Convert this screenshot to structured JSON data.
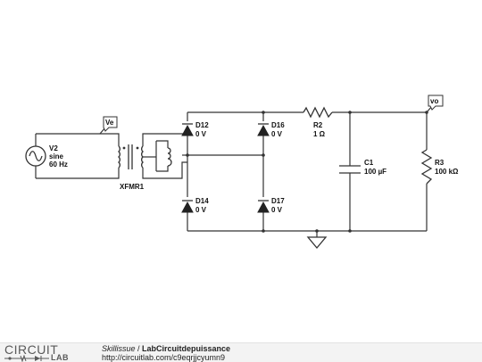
{
  "circuit": {
    "source": {
      "name": "V2",
      "type": "sine",
      "freq": "60 Hz"
    },
    "transformer": {
      "name": "XFMR1"
    },
    "diodes": [
      {
        "name": "D12",
        "value": "0 V"
      },
      {
        "name": "D16",
        "value": "0 V"
      },
      {
        "name": "D14",
        "value": "0 V"
      },
      {
        "name": "D17",
        "value": "0 V"
      }
    ],
    "resistor_series": {
      "name": "R2",
      "value": "1 Ω"
    },
    "capacitor": {
      "name": "C1",
      "value": "100 µF"
    },
    "resistor_load": {
      "name": "R3",
      "value": "100 kΩ"
    },
    "probes": {
      "input": "Ve",
      "output": "vo"
    }
  },
  "footer": {
    "logo_top": "CIRCUIT",
    "logo_bottom": "LAB",
    "author": "Skillissue",
    "separator": " / ",
    "title": "LabCircuitdepuissance",
    "url": "http://circuitlab.com/c9eqrjjcyumn9"
  },
  "colors": {
    "wire": "#333333",
    "footer_bg": "#f3f3f3"
  }
}
